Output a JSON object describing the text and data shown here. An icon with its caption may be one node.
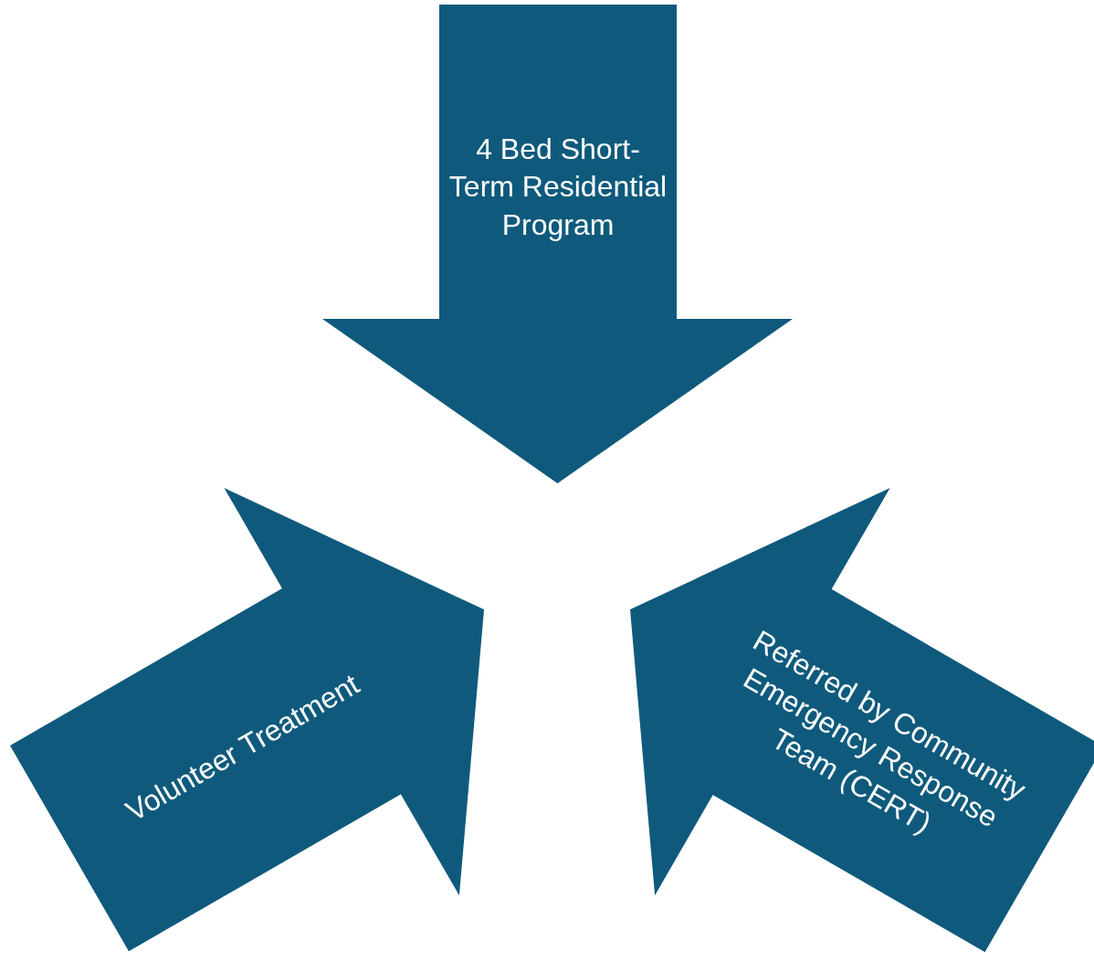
{
  "diagram": {
    "nodes": [
      {
        "text": [
          "4 Bed Short-Term Residential Program"
        ]
      },
      {
        "text": [
          "Volunteer Treatment"
        ]
      },
      {
        "text": [
          "Referred by Community Emergency Response Team (CERT)"
        ]
      }
    ]
  }
}
